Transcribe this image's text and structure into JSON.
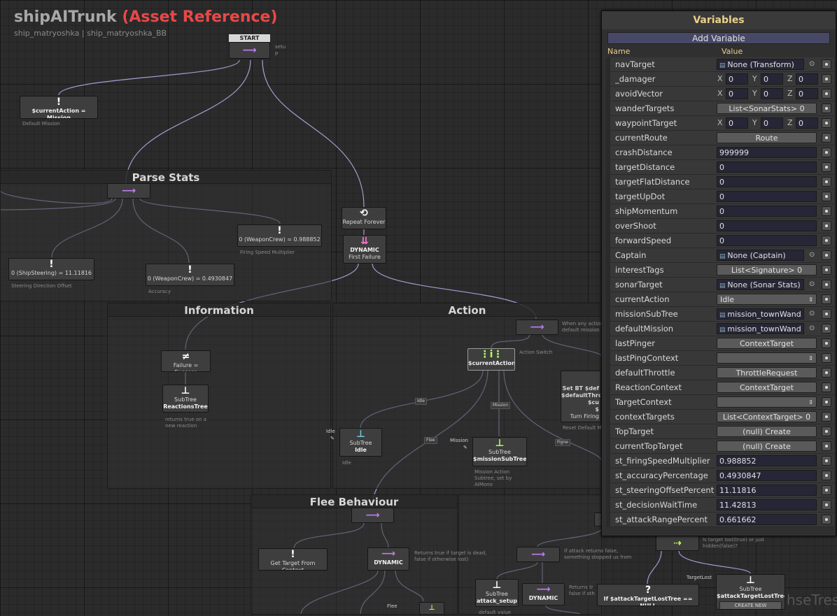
{
  "header": {
    "title": "shipAITrunk",
    "title_suffix": "(Asset Reference)",
    "subtitle": "ship_matryoshka | ship_matryoshka_BB"
  },
  "groups": {
    "parse_stats": "Parse Stats",
    "information": "Information",
    "action": "Action",
    "flee": "Flee Behaviour"
  },
  "nodes": {
    "start_head": "START",
    "start_note": "setu\np",
    "current_action_mission": "$currentAction = Mission",
    "default_mission": "Default Mission",
    "ship_steering": "0 (ShipSteering) = 11.11816",
    "steering_offset": "Steering Direction Offset",
    "weapon_crew_acc": "0 (WeaponCrew) = 0.4930847",
    "accuracy": "Accuracy",
    "weapon_crew_fire": "0 (WeaponCrew) = 0.988852",
    "firing_speed": "Firing Speed Multiplier",
    "repeat_forever": "Repeat Forever",
    "dynamic": "DYNAMIC",
    "first_failure": "First Failure",
    "failure_success": "Failure = Success",
    "subtree": "SubTree",
    "reactions_tree": "ReactionsTree",
    "reactions_note": "returns true on a\nnew reaction",
    "action_note": "When any action\ndefault mission",
    "current_action": "$currentAction",
    "action_switch": "Action Switch",
    "idle_label": "Idle",
    "idle_node": "Idle",
    "idle_note": "Idle",
    "mission_label": "Mission",
    "mission_subtree": "$missionSubTree",
    "mission_note": "Mission Action\nSubtree, set by\nAIMono",
    "set_bt": "Set BT $def\n$defaultThrott\n$cu\n$",
    "turn_firing": "Turn Firing",
    "reset_default": "Reset Default M",
    "tag_idle": "Idle",
    "tag_mission": "Mission",
    "tag_flee": "Flee",
    "tag_figne": "Figne",
    "get_target": "Get Target From Context",
    "flee_dynamic": "DYNAMIC",
    "flee_note": "Returns true if target is dead,\nfalse if otherwise lost)",
    "flee_label": "Flee",
    "attack_note": "If attack returns false,\nsomething stopped us from",
    "attack_setup": "attack_setup",
    "default_value": "default value",
    "dynamic2": "DYNAMIC",
    "returns_tr": "Returns tr\nfalse if oth",
    "attack_lost": "If $attackTargetLostTree == NULL",
    "target_lost_note": "Is target lost(true) or just\nhidden(false)?",
    "target_lost_port": "TargetLost",
    "attack_lost_tree": "$attackTargetLostTree",
    "create_new": "CREATE NEW",
    "watermark": "hseTres"
  },
  "variables_panel": {
    "title": "Variables",
    "add_button": "Add Variable",
    "col_name": "Name",
    "col_value": "Value",
    "rows": [
      {
        "name": "navTarget",
        "kind": "obj",
        "value": "None (Transform)",
        "picker": true
      },
      {
        "name": "_damager",
        "kind": "vec",
        "x": "0",
        "y": "0",
        "z": "0"
      },
      {
        "name": "avoidVector",
        "kind": "vec",
        "x": "0",
        "y": "0",
        "z": "0"
      },
      {
        "name": "wanderTargets",
        "kind": "btn",
        "value": "List<SonarStats> 0"
      },
      {
        "name": "waypointTarget",
        "kind": "vec",
        "x": "0",
        "y": "0",
        "z": "0"
      },
      {
        "name": "currentRoute",
        "kind": "btn",
        "value": "Route"
      },
      {
        "name": "crashDistance",
        "kind": "input",
        "value": "999999"
      },
      {
        "name": "targetDistance",
        "kind": "input",
        "value": "0"
      },
      {
        "name": "targetFlatDistance",
        "kind": "input",
        "value": "0"
      },
      {
        "name": "targetUpDot",
        "kind": "input",
        "value": "0"
      },
      {
        "name": "shipMomentum",
        "kind": "input",
        "value": "0"
      },
      {
        "name": "overShoot",
        "kind": "input",
        "value": "0"
      },
      {
        "name": "forwardSpeed",
        "kind": "input",
        "value": "0"
      },
      {
        "name": "Captain",
        "kind": "obj",
        "value": "None (Captain)",
        "picker": true
      },
      {
        "name": "interestTags",
        "kind": "btn",
        "value": "List<Signature> 0"
      },
      {
        "name": "sonarTarget",
        "kind": "obj",
        "value": "None (Sonar Stats)",
        "picker": true
      },
      {
        "name": "currentAction",
        "kind": "select",
        "value": "Idle"
      },
      {
        "name": "missionSubTree",
        "kind": "obj",
        "value": "mission_townWand",
        "picker": true
      },
      {
        "name": "defaultMission",
        "kind": "obj",
        "value": "mission_townWand",
        "picker": true
      },
      {
        "name": "lastPinger",
        "kind": "btn",
        "value": "ContextTarget"
      },
      {
        "name": "lastPingContext",
        "kind": "select",
        "value": ""
      },
      {
        "name": "defaultThrottle",
        "kind": "btn",
        "value": "ThrottleRequest"
      },
      {
        "name": "ReactionContext",
        "kind": "btn",
        "value": "ContextTarget"
      },
      {
        "name": "TargetContext",
        "kind": "select",
        "value": ""
      },
      {
        "name": "contextTargets",
        "kind": "btn",
        "value": "List<ContextTarget> 0"
      },
      {
        "name": "TopTarget",
        "kind": "btn",
        "value": "(null) Create"
      },
      {
        "name": "currentTopTarget",
        "kind": "btn",
        "value": "(null) Create"
      },
      {
        "name": "st_firingSpeedMultiplier",
        "kind": "input",
        "value": "0.988852"
      },
      {
        "name": "st_accuracyPercentage",
        "kind": "input",
        "value": "0.4930847"
      },
      {
        "name": "st_steeringOffsetPercent",
        "kind": "input",
        "value": "11.11816"
      },
      {
        "name": "st_decisionWaitTime",
        "kind": "input",
        "value": "11.42813"
      },
      {
        "name": "st_attackRangePercent",
        "kind": "input",
        "value": "0.661662"
      }
    ]
  },
  "colors": {
    "accent_title": "#e94848",
    "panel_header": "#ebd08a",
    "wire": "#b8b0ee"
  }
}
